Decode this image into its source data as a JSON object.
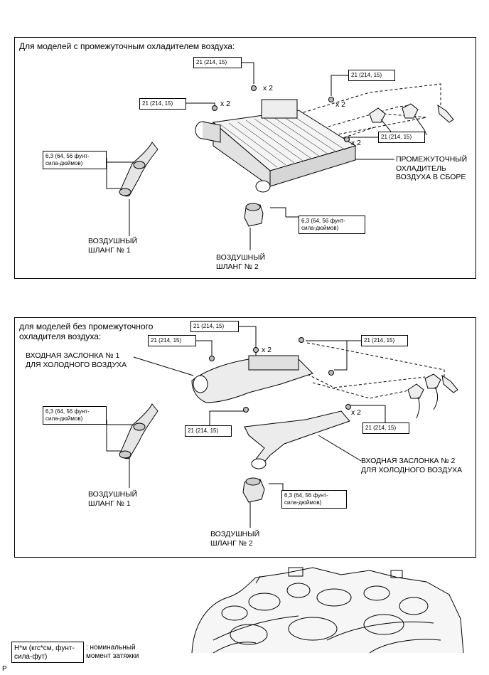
{
  "panel1": {
    "heading": "Для моделей с промежуточным охладителем воздуха:",
    "torque_21": "21 (214, 15)",
    "torque_63": "6,3 (64, 56 фунт-\nсила-дюймов)",
    "x2": "x 2",
    "intercooler_label": "ПРОМЕЖУТОЧНЫЙ\nОХЛАДИТЕЛЬ\nВОЗДУХА В СБОРЕ",
    "hose1_label": "ВОЗДУШНЫЙ\nШЛАНГ № 1",
    "hose2_label": "ВОЗДУШНЫЙ\nШЛАНГ № 2"
  },
  "panel2": {
    "heading": "для моделей без промежуточного\nохладителя воздуха:",
    "torque_21": "21 (214, 15)",
    "torque_63": "6,3 (64, 56 фунт-\nсила-дюймов)",
    "x2": "x 2",
    "damper1_label": "ВХОДНАЯ ЗАСЛОНКА № 1\nДЛЯ ХОЛОДНОГО ВОЗДУХА",
    "damper2_label": "ВХОДНАЯ ЗАСЛОНКА № 2\nДЛЯ ХОЛОДНОГО ВОЗДУХА",
    "hose1_label": "ВОЗДУШНЫЙ\nШЛАНГ № 1",
    "hose2_label": "ВОЗДУШНЫЙ\nШЛАНГ № 2"
  },
  "legend": {
    "unit": "Н*м (кгс*см, фунт-\nсила-фут)",
    "description": ": номинальный\nмомент затяжки"
  },
  "page_marker": "P"
}
